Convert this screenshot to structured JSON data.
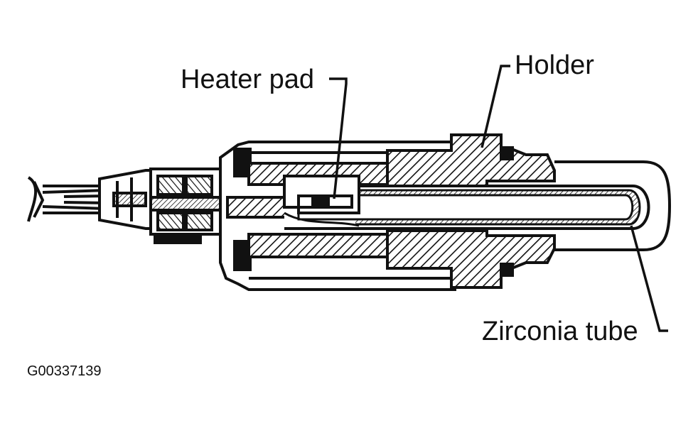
{
  "labels": {
    "heater_pad": "Heater pad",
    "holder": "Holder",
    "zirconia_tube": "Zirconia tube"
  },
  "figure_code": "G00337139"
}
